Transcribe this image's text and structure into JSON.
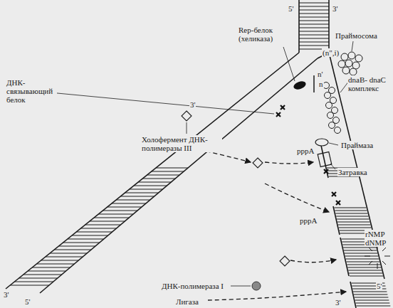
{
  "diagram": {
    "labels": [
      "5'",
      "3'",
      "Rep-белок (хеликаза)",
      "Праймосома",
      "(n\",i)",
      "n'",
      "n",
      "dnaB- dnaC комплекс",
      "ДНК-связывающий белок",
      "3'",
      "Праймаза",
      "pppA",
      "Затравка",
      "Холофермент ДНК-полимеразы III",
      "pppA",
      "rNMP",
      "dNMP",
      "ДНК-полимераза I",
      "Лигаза",
      "3'",
      "5'",
      "5'",
      "3'"
    ]
  }
}
